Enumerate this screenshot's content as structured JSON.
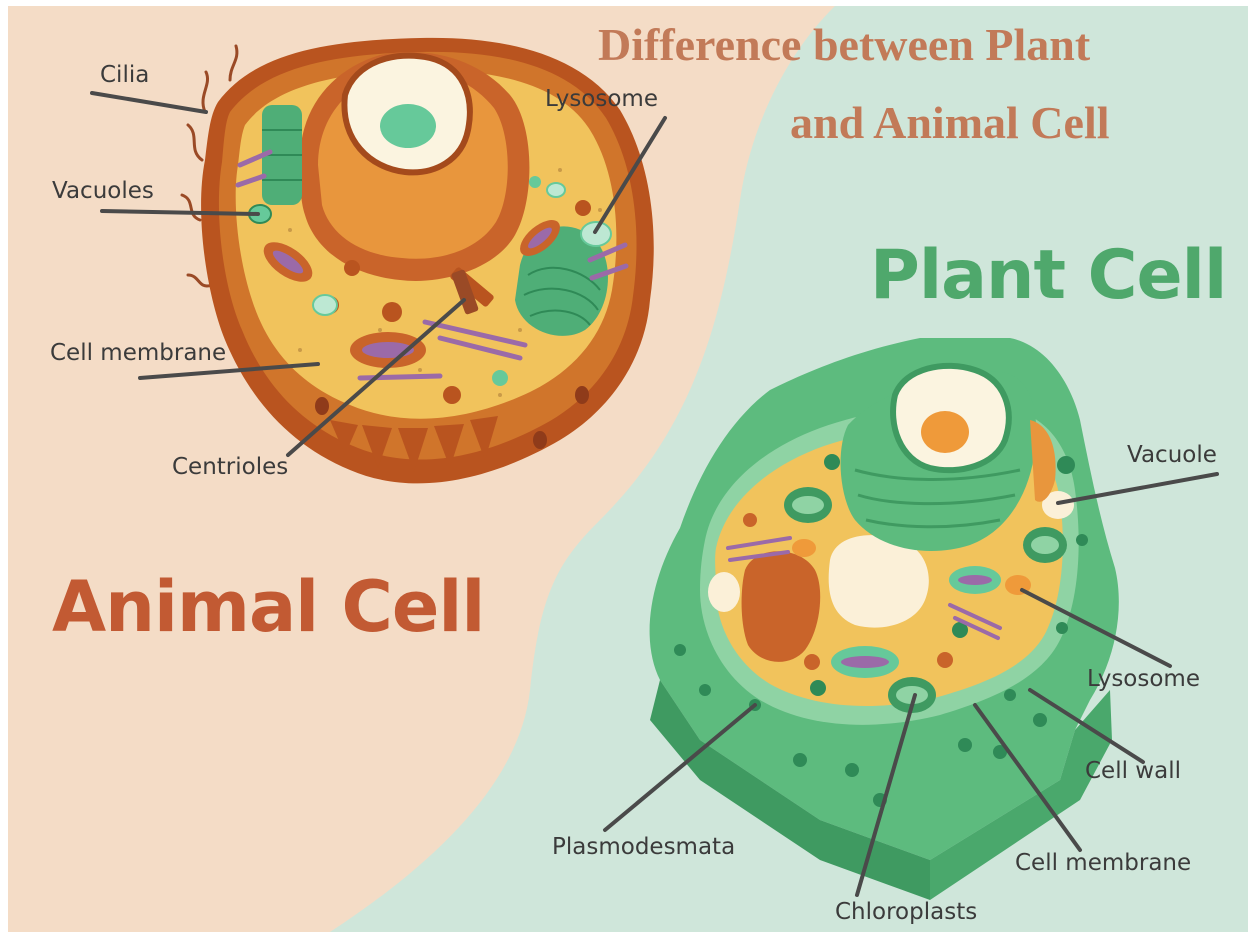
{
  "title": {
    "line1": "Difference between Plant",
    "line2": "and Animal Cell"
  },
  "animal": {
    "heading": "Animal Cell",
    "labels": {
      "cilia": "Cilia",
      "lysosome": "Lysosome",
      "vacuoles": "Vacuoles",
      "cell_membrane": "Cell membrane",
      "centrioles": "Centrioles"
    }
  },
  "plant": {
    "heading": "Plant Cell",
    "labels": {
      "vacuole": "Vacuole",
      "lysosome": "Lysosome",
      "cell_wall": "Cell wall",
      "cell_membrane": "Cell membrane",
      "plasmodesmata": "Plasmodesmata",
      "chloroplasts": "Chloroplasts"
    }
  },
  "colors": {
    "peach_background": "#f4dcc6",
    "mint_background": "#cfe6da",
    "title": "#c27a58",
    "animal_heading": "#c25a33",
    "plant_heading": "#4fa86c",
    "label_text": "#3b3b3b",
    "leader_line": "#4a4a4a"
  }
}
